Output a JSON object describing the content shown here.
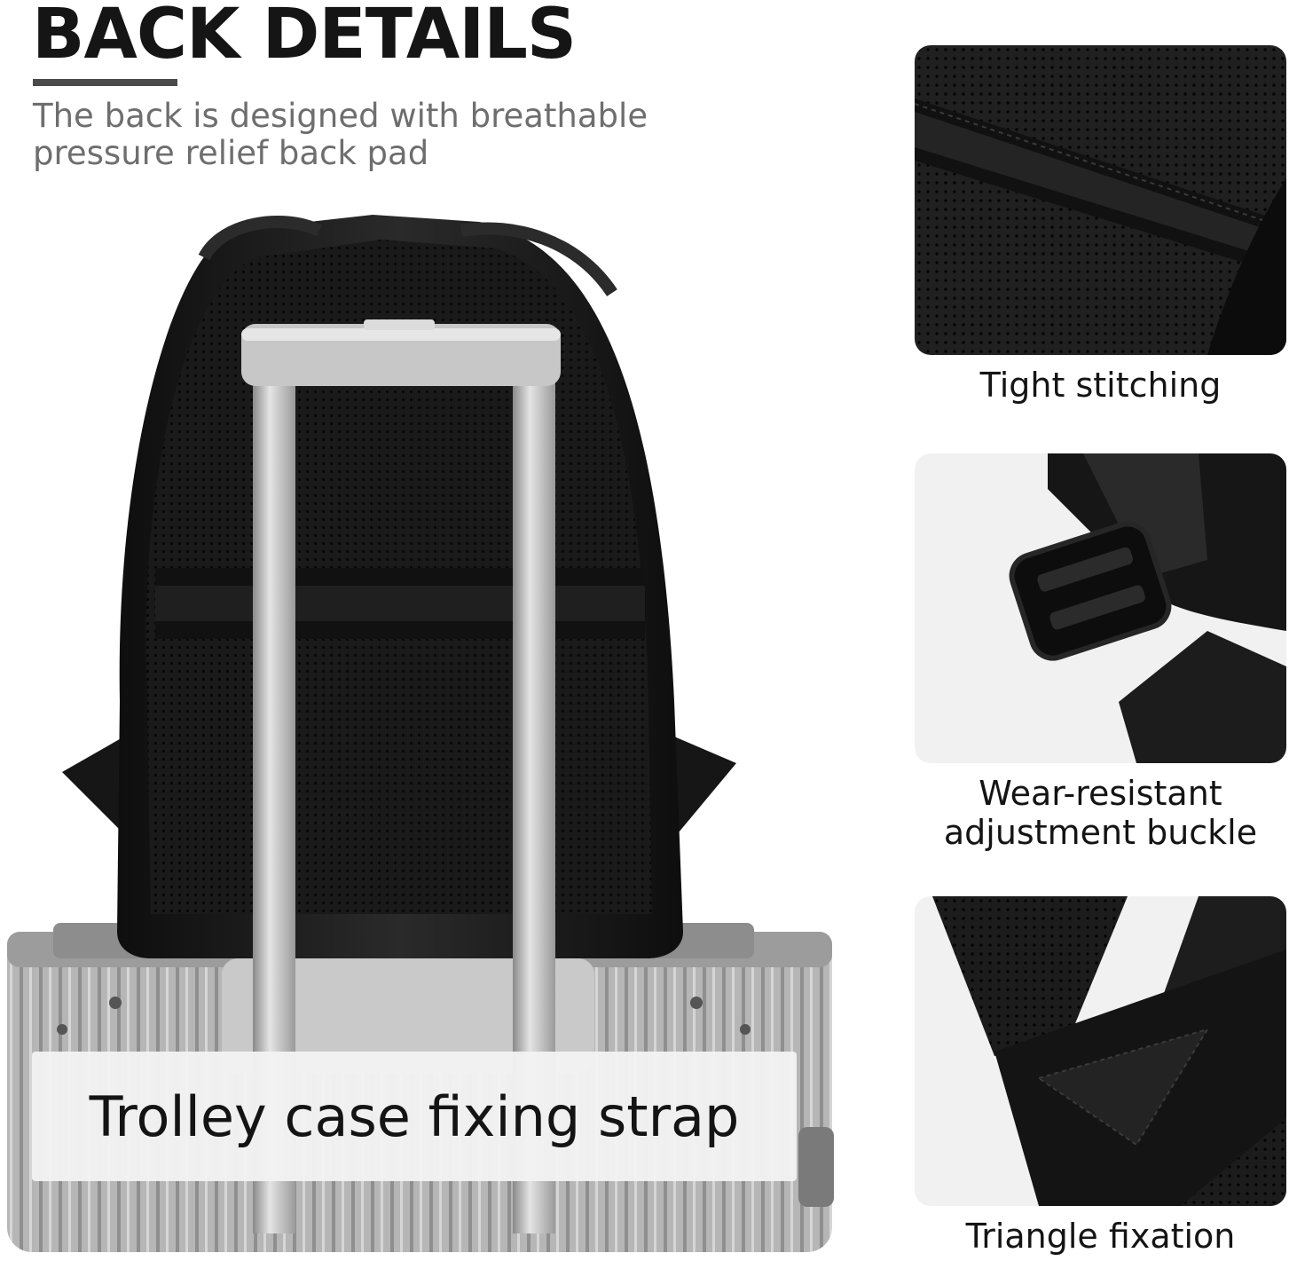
{
  "header": {
    "title": "BACK DETAILS",
    "subtitle": "The back is designed with breathable pressure relief back pad"
  },
  "hero": {
    "banner_label": "Trolley case fixing strap"
  },
  "details": [
    {
      "caption": "Tight stitching"
    },
    {
      "caption": "Wear-resistant adjustment buckle"
    },
    {
      "caption": "Triangle fixation"
    }
  ],
  "colors": {
    "title": "#151515",
    "subtitle": "#6e6e6e",
    "rule": "#4a4a4a",
    "backpack": "#1c1c1c",
    "suitcase": "#b9b9b9",
    "photo_background": "#f1f1f1"
  }
}
